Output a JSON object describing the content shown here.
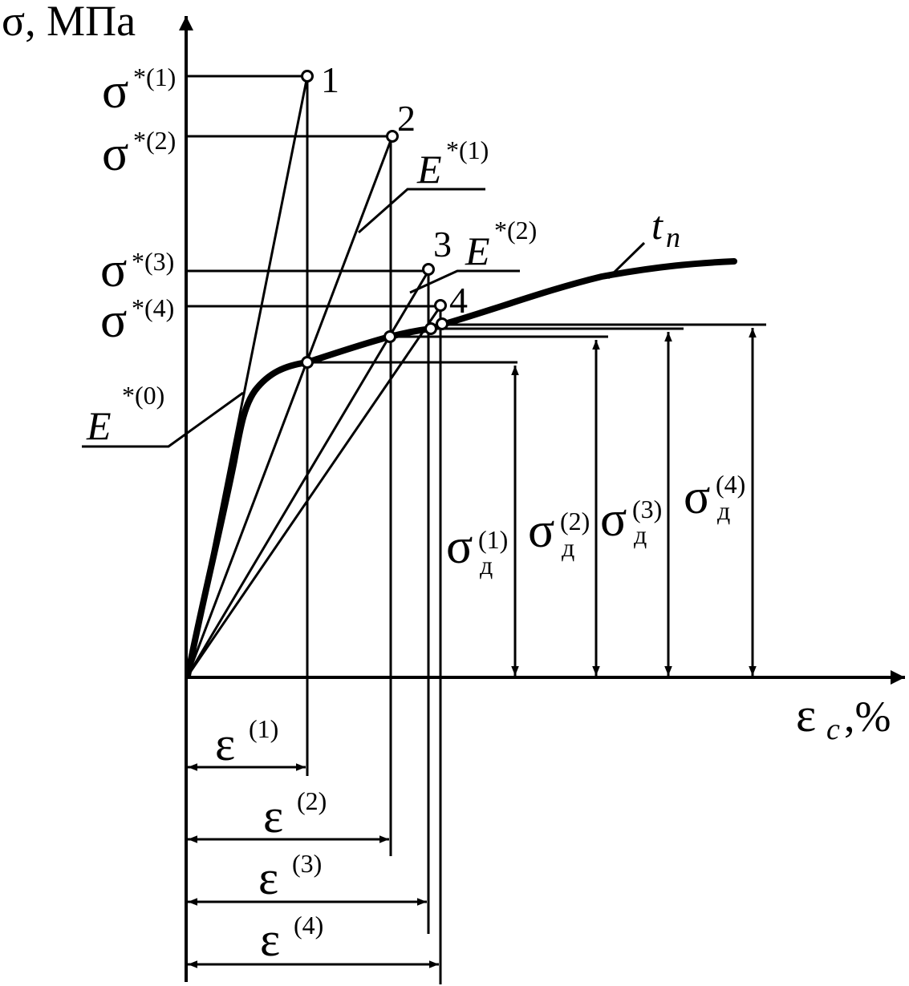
{
  "axes": {
    "y_title": "σ, МПа",
    "x_symbol": "ε",
    "x_sub": "c",
    "x_unit": ",%"
  },
  "symbols": {
    "sigma": "σ",
    "epsilon": "ε",
    "E": "E"
  },
  "points": [
    "1",
    "2",
    "3",
    "4"
  ],
  "sigma_star": [
    "*(1)",
    "*(2)",
    "*(3)",
    "*(4)"
  ],
  "sigma_d": {
    "sub": "д",
    "sups": [
      "(1)",
      "(2)",
      "(3)",
      "(4)"
    ]
  },
  "epsilon_sups": [
    "(1)",
    "(2)",
    "(3)",
    "(4)"
  ],
  "E_labels": [
    "*(0)",
    "*(1)",
    "*(2)"
  ],
  "curve_label": {
    "t": "t",
    "n": "n"
  }
}
